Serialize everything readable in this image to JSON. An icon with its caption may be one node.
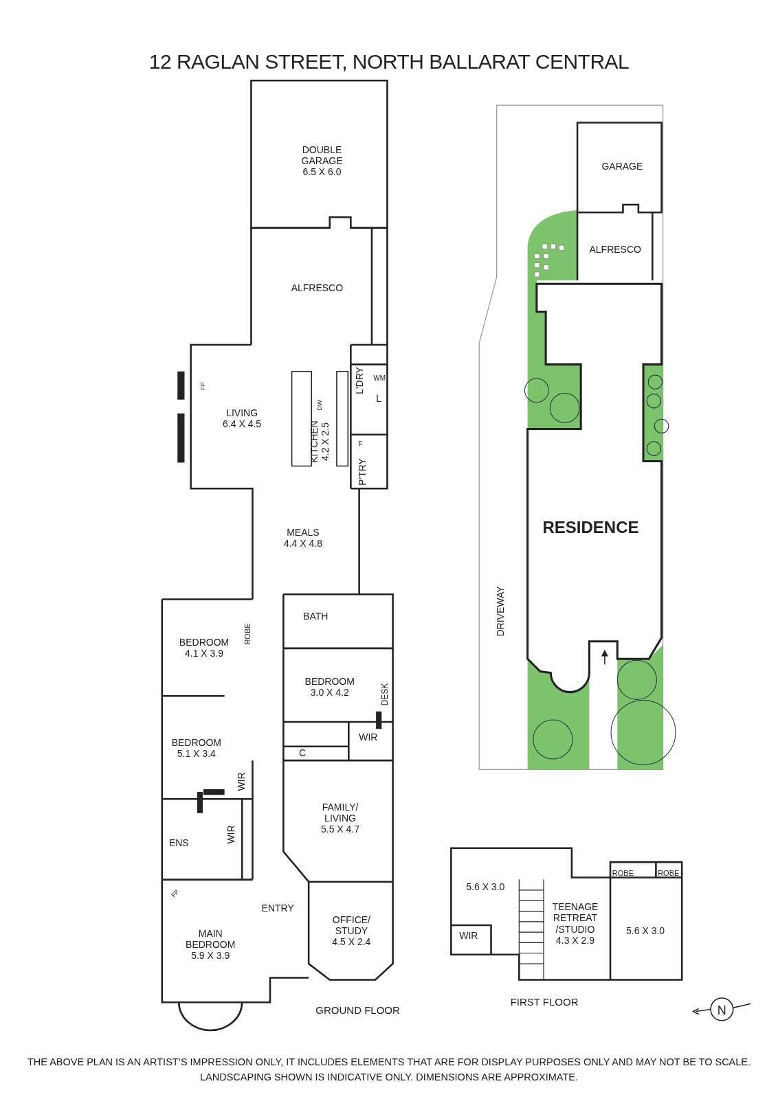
{
  "diagram": {
    "title": "12 RAGLAN STREET, NORTH BALLARAT CENTRAL",
    "caption": "THE ABOVE PLAN IS AN ARTIST’S IMPRESSION ONLY, IT INCLUDES ELEMENTS THAT ARE FOR DISPLAY PURPOSES ONLY AND MAY NOT BE TO SCALE. LANDSCAPING SHOWN IS INDICATIVE ONLY. DIMENSIONS ARE APPROXIMATE.",
    "nodes": [
      {
        "text": [
          "DOUBLE GARAGE",
          "6.5 X 6.0"
        ]
      },
      {
        "text": [
          "ALFRESCO"
        ]
      },
      {
        "text": [
          "LIVING",
          "6.4 X 4.5"
        ]
      },
      {
        "text": [
          "FP"
        ]
      },
      {
        "text": [
          "KITCHEN",
          "4.2 X 2.5"
        ]
      },
      {
        "text": [
          "DW"
        ]
      },
      {
        "text": [
          "L'DRY"
        ]
      },
      {
        "text": [
          "WM"
        ]
      },
      {
        "text": [
          "L"
        ]
      },
      {
        "text": [
          "F"
        ]
      },
      {
        "text": [
          "P'TRY"
        ]
      },
      {
        "text": [
          "MEALS",
          "4.4 X 4.8"
        ]
      },
      {
        "text": [
          "BATH"
        ]
      },
      {
        "text": [
          "BEDROOM",
          "4.1 X 3.9"
        ]
      },
      {
        "text": [
          "ROBE"
        ]
      },
      {
        "text": [
          "BEDROOM",
          "3.0 X 4.2"
        ]
      },
      {
        "text": [
          "DESK"
        ]
      },
      {
        "text": [
          "BEDROOM",
          "5.1 X 3.4"
        ]
      },
      {
        "text": [
          "WIR"
        ]
      },
      {
        "text": [
          "C"
        ]
      },
      {
        "text": [
          "WIR"
        ]
      },
      {
        "text": [
          "FAMILY/ LIVING",
          "5.5 X 4.7"
        ]
      },
      {
        "text": [
          "ENS"
        ]
      },
      {
        "text": [
          "WIR"
        ]
      },
      {
        "text": [
          "FP"
        ]
      },
      {
        "text": [
          "ENTRY"
        ]
      },
      {
        "text": [
          "OFFICE/ STUDY",
          "4.5 X 2.4"
        ]
      },
      {
        "text": [
          "MAIN BEDROOM",
          "5.9 X 3.9"
        ]
      },
      {
        "text": [
          "5.6 X 3.0"
        ]
      },
      {
        "text": [
          "WIR"
        ]
      },
      {
        "text": [
          "ROBE"
        ]
      },
      {
        "text": [
          "ROBE"
        ]
      },
      {
        "text": [
          "TEENAGE RETREAT /STUDIO",
          "4.3 X 2.9"
        ]
      },
      {
        "text": [
          "5.6 X 3.0"
        ]
      },
      {
        "text": [
          "GARAGE"
        ]
      },
      {
        "text": [
          "ALFRESCO"
        ]
      },
      {
        "text": [
          "RESIDENCE"
        ]
      },
      {
        "text": [
          "DRIVEWAY"
        ]
      }
    ],
    "labels": [
      "GROUND FLOOR",
      "FIRST FLOOR",
      "N"
    ]
  }
}
